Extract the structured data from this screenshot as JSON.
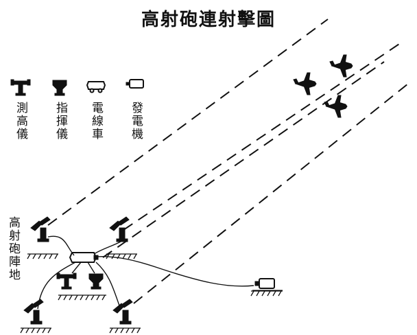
{
  "diagram": {
    "title": "高射砲連射擊圖",
    "legend": [
      {
        "label": "測高儀",
        "icon": "range-finder-icon"
      },
      {
        "label": "指揮儀",
        "icon": "director-icon"
      },
      {
        "label": "電線車",
        "icon": "cable-cart-icon"
      },
      {
        "label": "發電機",
        "icon": "generator-icon"
      }
    ],
    "position_label": "高射砲陣地"
  }
}
